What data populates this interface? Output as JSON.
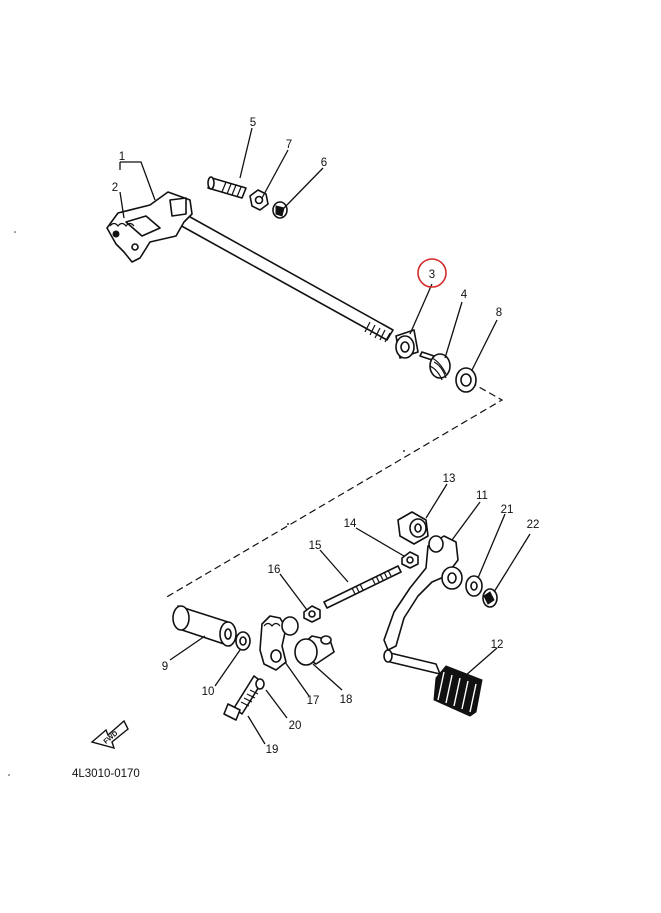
{
  "diagram_code": "4L3010-0170",
  "fwd_label": "FWD",
  "highlight_color": "#d62b2b",
  "highlighted_part": "3",
  "labels": {
    "p1": "1",
    "p2": "2",
    "p3": "3",
    "p4": "4",
    "p5": "5",
    "p6": "6",
    "p7": "7",
    "p8": "8",
    "p9": "9",
    "p10": "10",
    "p11": "11",
    "p12": "12",
    "p13": "13",
    "p14": "14",
    "p15": "15",
    "p16": "16",
    "p17": "17",
    "p18": "18",
    "p19": "19",
    "p20": "20",
    "p21": "21",
    "p22": "22"
  }
}
